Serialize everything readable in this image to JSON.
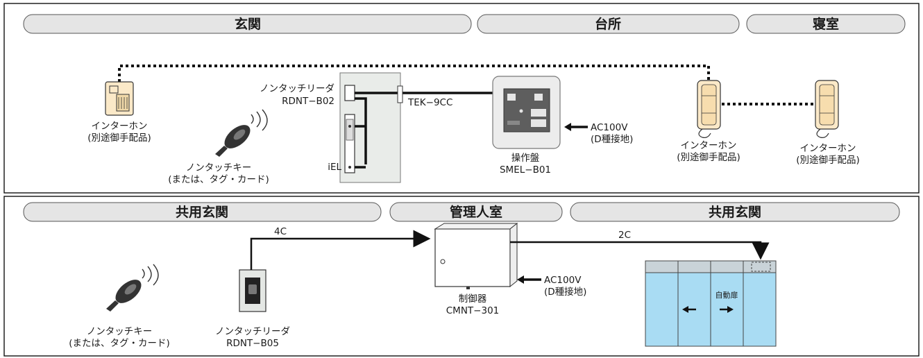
{
  "top": {
    "sections": {
      "entrance": "玄関",
      "kitchen": "台所",
      "bedroom": "寝室"
    },
    "intercom_left": {
      "name": "インターホン",
      "note": "(別途御手配品)"
    },
    "key": {
      "name": "ノンタッチキー",
      "note": "(または、タグ・カード)"
    },
    "reader": {
      "name": "ノンタッチリーダ",
      "model": "RDNT−B02"
    },
    "iel": "iEL",
    "cable": "TEK−9CC",
    "panel": {
      "name": "操作盤",
      "model": "SMEL−B01"
    },
    "power": {
      "voltage": "AC100V",
      "ground": "(D種接地)"
    },
    "intercom_mid": {
      "name": "インターホン",
      "note": "(別途御手配品)"
    },
    "intercom_right": {
      "name": "インターホン",
      "note": "(別途御手配品)"
    }
  },
  "bottom": {
    "sections": {
      "shared_left": "共用玄関",
      "manager": "管理人室",
      "shared_right": "共用玄関"
    },
    "key": {
      "name": "ノンタッチキー",
      "note": "(または、タグ・カード)"
    },
    "reader": {
      "name": "ノンタッチリーダ",
      "model": "RDNT−B05"
    },
    "cable_4c": "4C",
    "cable_2c": "2C",
    "controller": {
      "name": "制御器",
      "model": "CMNT−301"
    },
    "power": {
      "voltage": "AC100V",
      "ground": "(D種接地)"
    },
    "door_label": "自動扉"
  },
  "colors": {
    "section_bar": "#e5e5e5",
    "intercom": "#fbe9c8",
    "door_glass": "#a9dcf3",
    "door_frame": "#c9d3d8",
    "panel_plate": "#ececec",
    "panel_face": "#5e5e5e"
  }
}
